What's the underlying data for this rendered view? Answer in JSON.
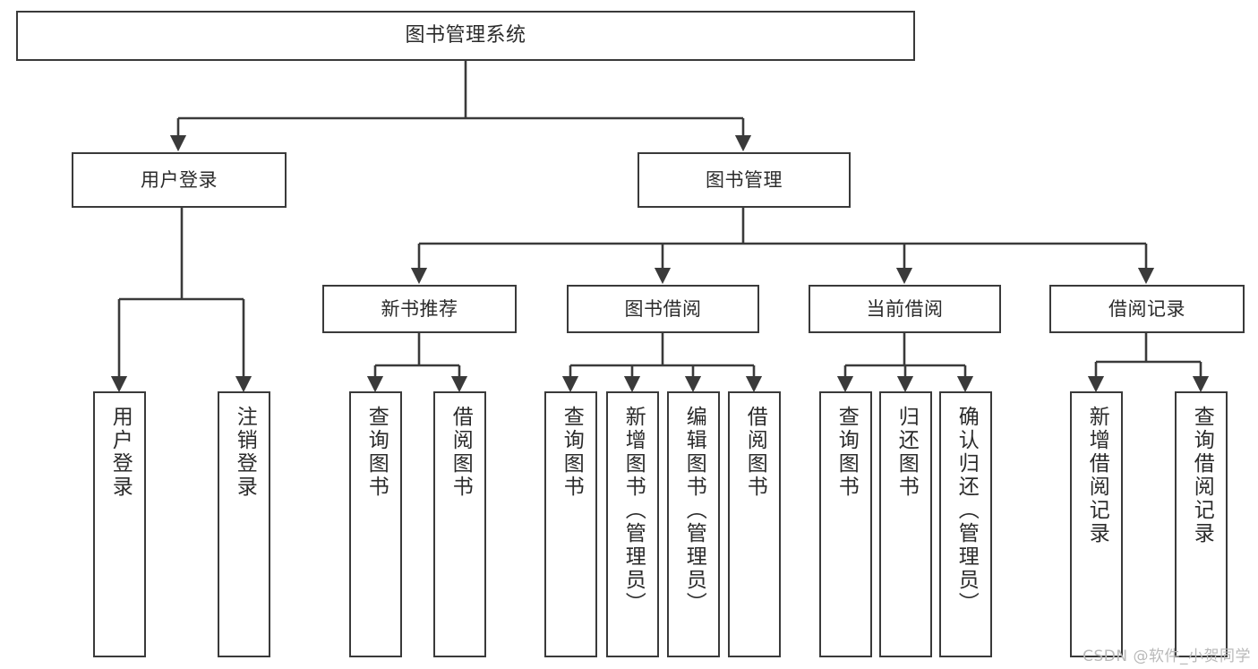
{
  "diagram": {
    "type": "tree-hierarchy",
    "root": {
      "id": "root",
      "label": "图书管理系统"
    },
    "level2": [
      {
        "id": "login",
        "label": "用户登录"
      },
      {
        "id": "bookmgmt",
        "label": "图书管理"
      }
    ],
    "level3": [
      {
        "id": "newbook",
        "label": "新书推荐",
        "parent": "bookmgmt"
      },
      {
        "id": "borrow",
        "label": "图书借阅",
        "parent": "bookmgmt"
      },
      {
        "id": "current",
        "label": "当前借阅",
        "parent": "bookmgmt"
      },
      {
        "id": "record",
        "label": "借阅记录",
        "parent": "bookmgmt"
      }
    ],
    "leaves": {
      "login": [
        {
          "id": "leaf-login-1",
          "label": "用户登录"
        },
        {
          "id": "leaf-login-2",
          "label": "注销登录"
        }
      ],
      "newbook": [
        {
          "id": "leaf-newbook-1",
          "label": "查询图书"
        },
        {
          "id": "leaf-newbook-2",
          "label": "借阅图书"
        }
      ],
      "borrow": [
        {
          "id": "leaf-borrow-1",
          "label": "查询图书"
        },
        {
          "id": "leaf-borrow-2",
          "label": "新增图书（管理员）"
        },
        {
          "id": "leaf-borrow-3",
          "label": "编辑图书（管理员）"
        },
        {
          "id": "leaf-borrow-4",
          "label": "借阅图书"
        }
      ],
      "current": [
        {
          "id": "leaf-current-1",
          "label": "查询图书"
        },
        {
          "id": "leaf-current-2",
          "label": "归还图书"
        },
        {
          "id": "leaf-current-3",
          "label": "确认归还（管理员）"
        }
      ],
      "record": [
        {
          "id": "leaf-record-1",
          "label": "新增借阅记录"
        },
        {
          "id": "leaf-record-2",
          "label": "查询借阅记录"
        }
      ]
    }
  },
  "watermark": {
    "text": "CSDN @软件_小贺同学"
  },
  "colors": {
    "stroke": "#3a3a3a",
    "box_fill": "#ffffff",
    "text": "#2b2b2b",
    "watermark": "#b9b9b9",
    "background": "#ffffff"
  }
}
